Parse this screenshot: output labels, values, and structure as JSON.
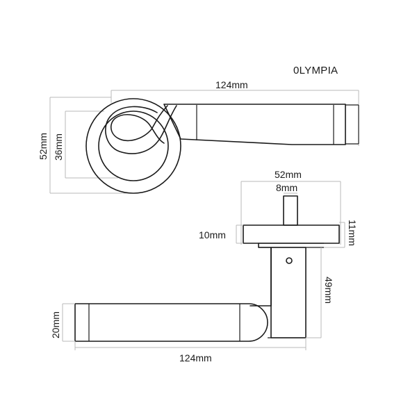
{
  "product": {
    "name": "0LYMPIA"
  },
  "rose_view": {
    "handle_length_label": "124mm",
    "rose_outer_diameter_label": "52mm",
    "rose_inner_diameter_label": "36mm"
  },
  "side_view": {
    "rose_diameter_label": "52mm",
    "spindle_label": "8mm",
    "rose_thickness_label": "10mm",
    "backplate_height_label": "11mm",
    "neck_length_label": "49mm",
    "grip_height_label": "20mm",
    "handle_length_label": "124mm"
  },
  "colors": {
    "line": "#1a1a1a",
    "dimension_line": "#b9b9b9",
    "background": "#ffffff"
  }
}
